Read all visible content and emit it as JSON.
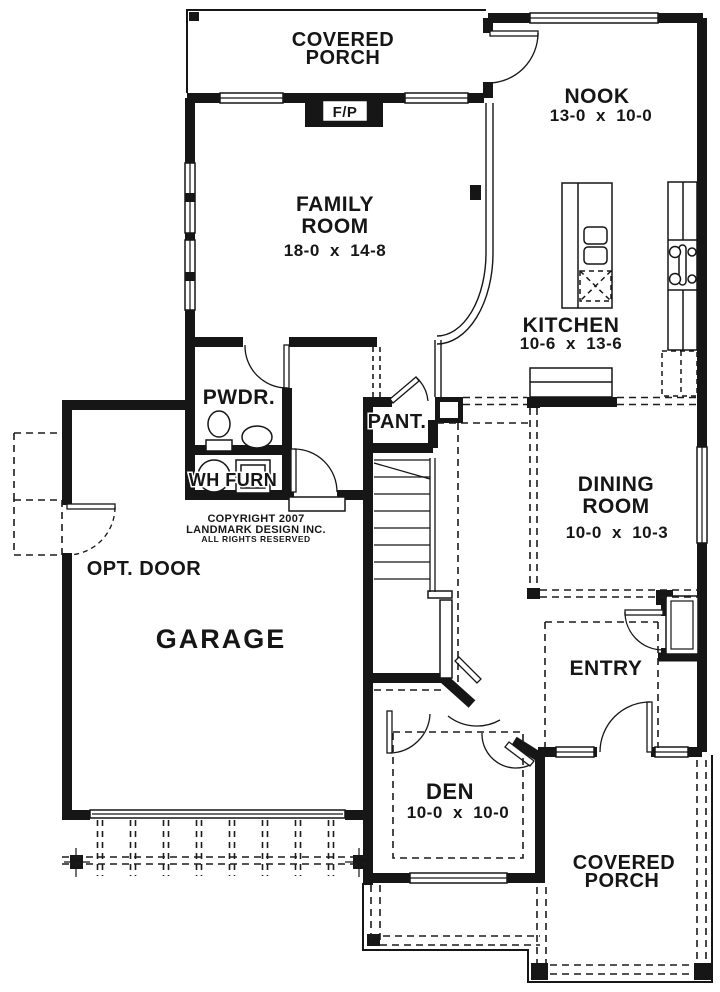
{
  "colors": {
    "ink": "#161616",
    "paper": "#ffffff"
  },
  "rooms": {
    "covered_porch_top": {
      "lines": [
        "COVERED",
        "PORCH"
      ]
    },
    "fireplace": {
      "label": "F/P"
    },
    "nook": {
      "name": "NOOK",
      "dims": "13-0 x 10-0"
    },
    "family_room": {
      "lines": [
        "FAMILY",
        "ROOM"
      ],
      "dims": "18-0 x 14-8"
    },
    "kitchen": {
      "name": "KITCHEN",
      "dims": "10-6 x 13-6"
    },
    "powder_room": {
      "name": "PWDR."
    },
    "pantry": {
      "name": "PANT."
    },
    "utility": {
      "name": "WH FURN"
    },
    "garage": {
      "name": "GARAGE",
      "note": "OPT. DOOR"
    },
    "dining_room": {
      "lines": [
        "DINING",
        "ROOM"
      ],
      "dims": "10-0 x 10-3"
    },
    "entry": {
      "name": "ENTRY"
    },
    "den": {
      "name": "DEN",
      "dims": "10-0 x 10-0"
    },
    "covered_porch_bottom": {
      "lines": [
        "COVERED",
        "PORCH"
      ]
    }
  },
  "copyright": {
    "lines": [
      "COPYRIGHT 2007",
      "LANDMARK DESIGN INC.",
      "ALL RIGHTS RESERVED"
    ]
  }
}
